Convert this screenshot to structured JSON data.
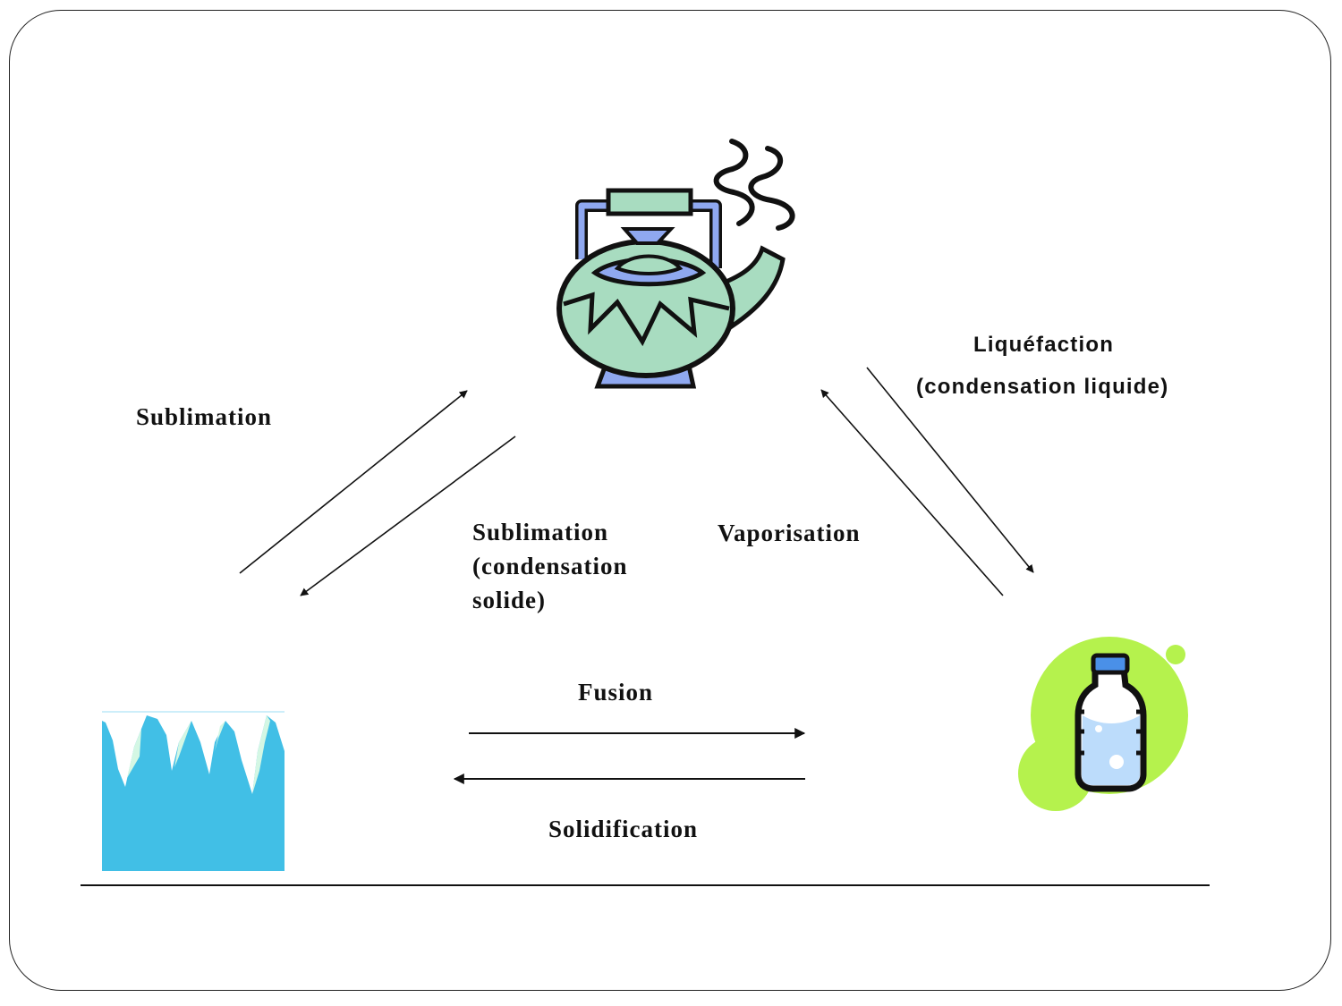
{
  "diagram": {
    "title": "",
    "states": {
      "gas": {
        "name": "kettle-steam",
        "icon": "kettle-icon"
      },
      "liquid": {
        "name": "water-bottle",
        "icon": "water-bottle-icon"
      },
      "solid": {
        "name": "ice",
        "icon": "icicles-icon"
      }
    },
    "transitions": {
      "sublimation": "Sublimation",
      "deposition_lines": [
        "Sublimation",
        "(condensation",
        "solide)"
      ],
      "vaporisation": "Vaporisation",
      "liquefaction_lines": [
        "Liquéfaction",
        "(condensation liquide)"
      ],
      "fusion": "Fusion",
      "solidification": "Solidification"
    },
    "colors": {
      "kettle_green": "#a8dcc0",
      "kettle_blue": "#8fa8f0",
      "ice_blue": "#41bfe6",
      "ice_highlight": "#d4f7e4",
      "bottle_bg_green": "#b5f24d",
      "bottle_water": "#bcdcfb",
      "bottle_cap": "#4a90e8",
      "arrow": "#111111"
    }
  }
}
